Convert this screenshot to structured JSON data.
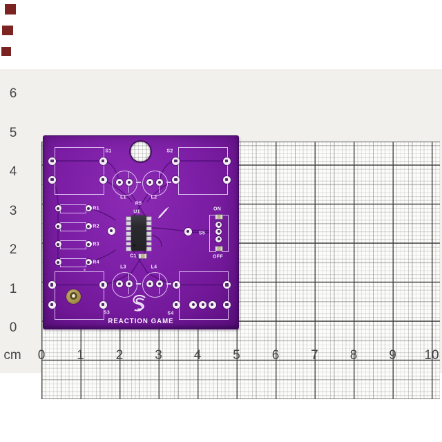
{
  "corner_marks": {
    "color": "#7b2321",
    "count": 3
  },
  "ruler": {
    "unit_label": "cm",
    "horizontal": [
      "0",
      "1",
      "2",
      "3",
      "4",
      "5",
      "6",
      "7",
      "8",
      "9",
      "10"
    ],
    "vertical": [
      "6",
      "5",
      "4",
      "3",
      "2",
      "1",
      "0"
    ]
  },
  "pcb": {
    "title": "REACTION GAME",
    "designators": {
      "s1": "S1",
      "s2": "S2",
      "s3": "S3",
      "s4": "S4",
      "s5": "S5",
      "l1": "L1",
      "l2": "L2",
      "l3": "L3",
      "l4": "L4",
      "r1": "R1",
      "r2": "R2",
      "r3": "R3",
      "r4": "R4",
      "r5": "R5",
      "u1": "U1",
      "c1": "C1"
    },
    "switch_labels": {
      "on": "ON",
      "off": "OFF"
    },
    "colors": {
      "board": "#7d1fa6",
      "silkscreen": "#e8d4f6",
      "pad": "#f3eff5",
      "trace": "#4a0c70",
      "ic_body": "#2b2b30",
      "gold_pad": "#a8944e",
      "logo": "#f0e4fa"
    }
  }
}
